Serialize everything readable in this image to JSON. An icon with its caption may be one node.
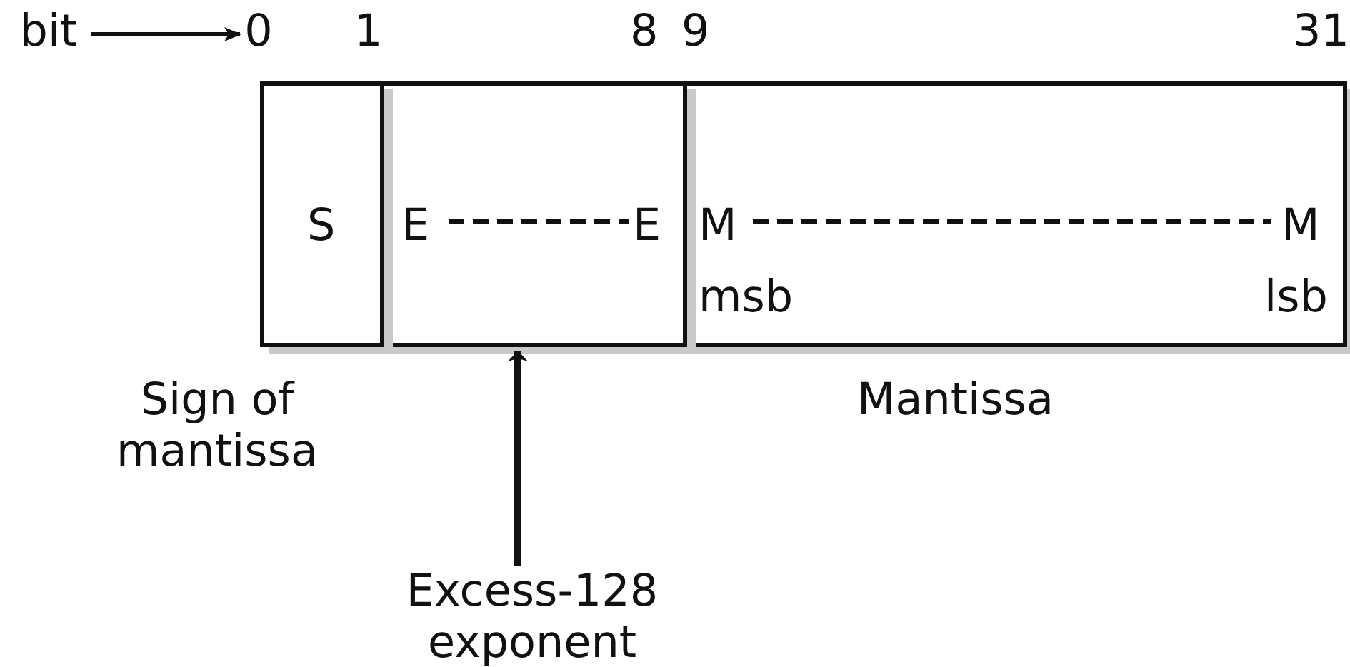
{
  "diagram": {
    "nodes": [
      {
        "text": [
          "bit"
        ]
      },
      {
        "text": [
          "0"
        ]
      },
      {
        "text": [
          "S"
        ]
      },
      {
        "text": [
          "E",
          "E"
        ]
      },
      {
        "text": [
          "M",
          "M",
          "msb",
          "lsb"
        ]
      },
      {
        "text": [
          "Excess-128 exponent"
        ]
      }
    ],
    "edges": [
      {
        "from": 0,
        "to": 1,
        "arrow": "to"
      },
      {
        "from": 5,
        "to": 3,
        "arrow": "to"
      }
    ],
    "labels": [
      "1",
      "8",
      "9",
      "31",
      "Sign of mantissa",
      "Mantissa"
    ]
  }
}
